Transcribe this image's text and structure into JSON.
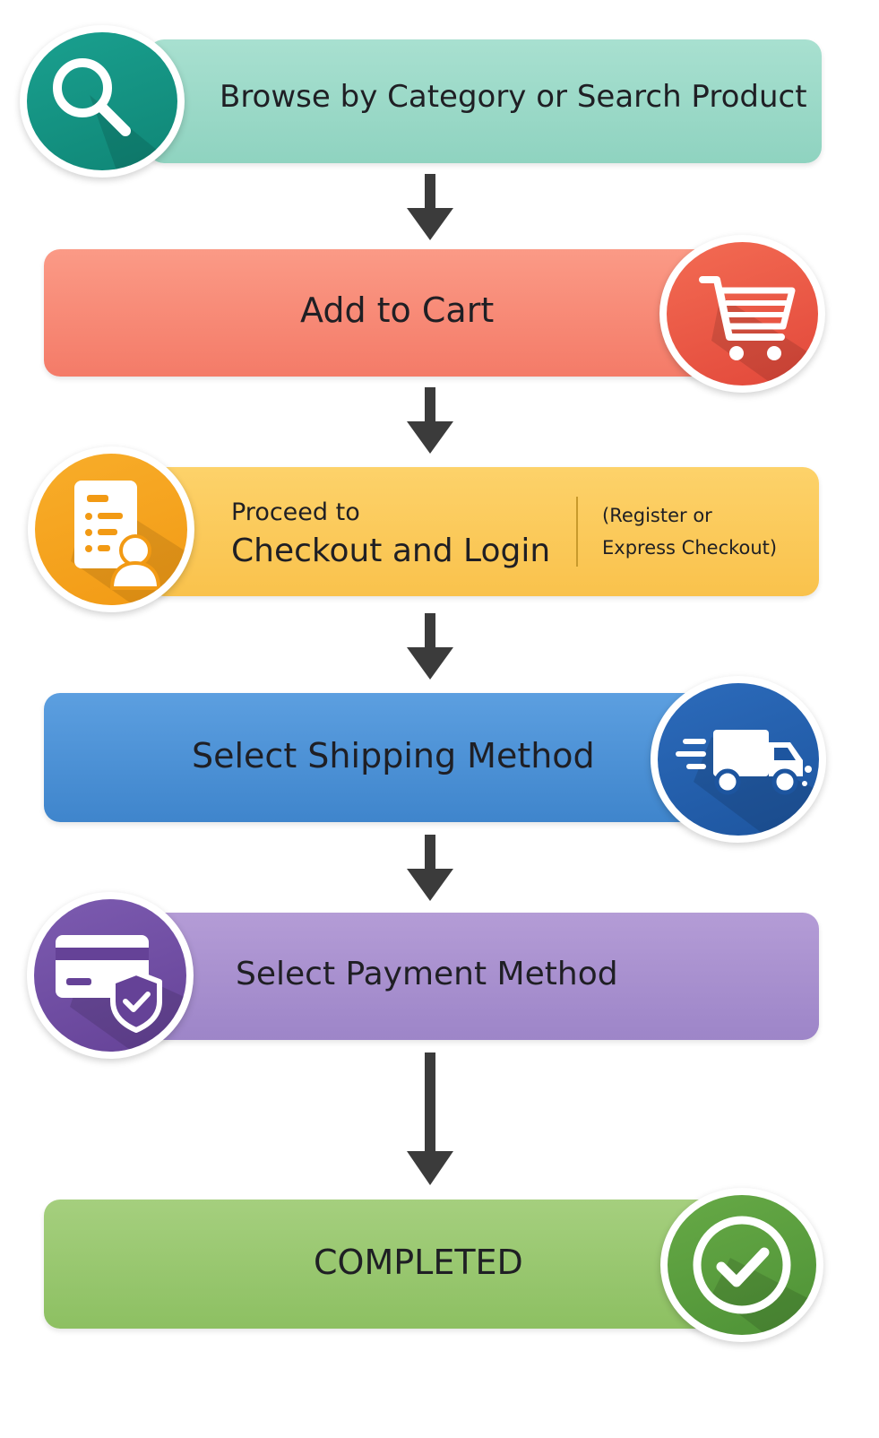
{
  "flow": {
    "steps": [
      {
        "label": "Browse by Category or Search Product",
        "icon": "search-icon",
        "color": "#8fd3c0"
      },
      {
        "label": "Add to Cart",
        "icon": "cart-icon",
        "color": "#f47b68"
      },
      {
        "label_line1": "Proceed to",
        "label_line2": "Checkout and Login",
        "note_line1": "(Register or",
        "note_line2": "Express Checkout)",
        "icon": "checkout-form-user-icon",
        "color": "#f9c24c"
      },
      {
        "label": "Select Shipping Method",
        "icon": "delivery-truck-icon",
        "color": "#3f85cc"
      },
      {
        "label": "Select Payment Method",
        "icon": "secure-card-icon",
        "color": "#9d85c8"
      },
      {
        "label": "COMPLETED",
        "icon": "checkmark-icon",
        "color": "#8dc062"
      }
    ],
    "connector": "down-arrow-icon"
  }
}
